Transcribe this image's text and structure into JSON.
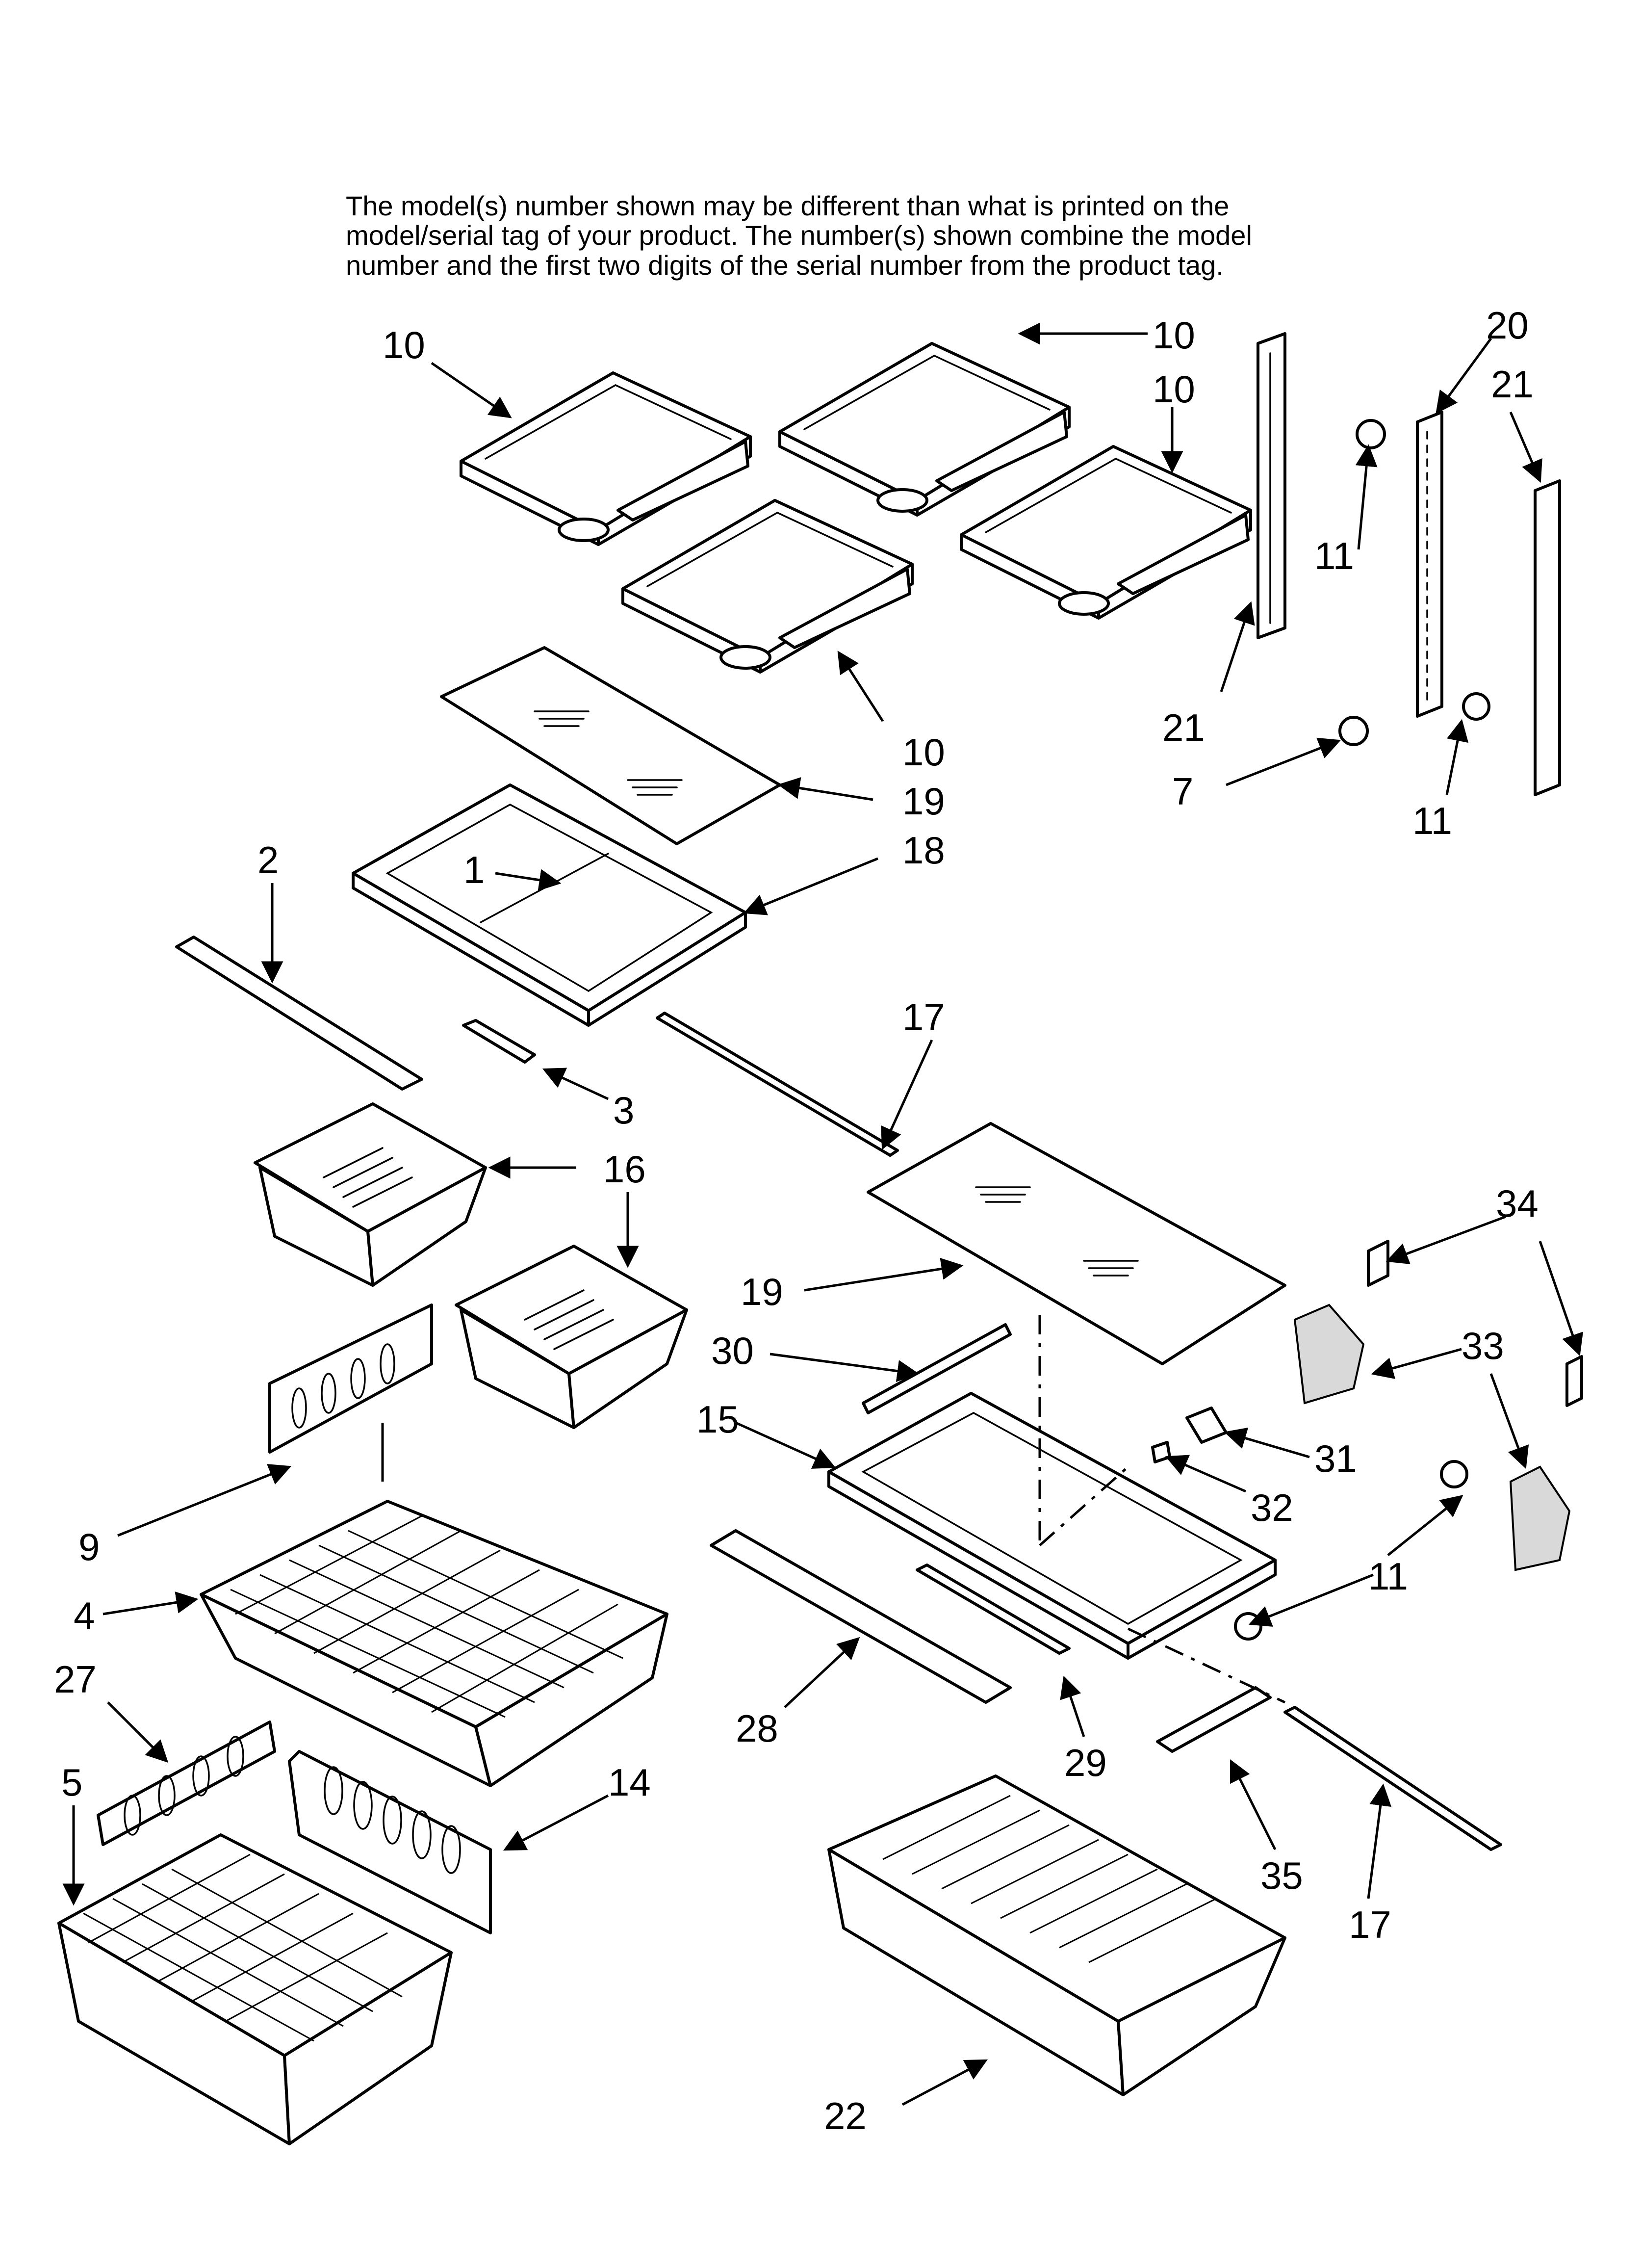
{
  "note": {
    "line1": "The model(s) number shown may be different than what is printed on the",
    "line2": "model/serial tag of your product. The number(s) shown combine the model",
    "line3": "number and the first two digits of the serial number from the product tag."
  },
  "callouts": [
    "10",
    "10",
    "10",
    "10",
    "20",
    "21",
    "11",
    "21",
    "7",
    "11",
    "19",
    "18",
    "1",
    "2",
    "17",
    "3",
    "16",
    "19",
    "34",
    "30",
    "33",
    "15",
    "31",
    "32",
    "9",
    "4",
    "11",
    "27",
    "28",
    "29",
    "35",
    "5",
    "14",
    "17",
    "22"
  ],
  "parts": [
    {
      "name": "shelf-1",
      "icon": "cantilever-shelf-icon"
    },
    {
      "name": "shelf-2",
      "icon": "cantilever-shelf-icon"
    },
    {
      "name": "shelf-3",
      "icon": "cantilever-shelf-icon"
    },
    {
      "name": "shelf-4",
      "icon": "cantilever-shelf-icon"
    },
    {
      "name": "glass-upper",
      "icon": "glass-panel-icon"
    },
    {
      "name": "glass-lower",
      "icon": "glass-panel-icon"
    },
    {
      "name": "crisper-cover-frame",
      "icon": "frame-icon"
    },
    {
      "name": "crisper-left",
      "icon": "drawer-bin-icon"
    },
    {
      "name": "crisper-right",
      "icon": "drawer-bin-icon"
    },
    {
      "name": "wire-basket-4",
      "icon": "wire-basket-icon"
    },
    {
      "name": "wire-basket-5",
      "icon": "wire-basket-icon"
    },
    {
      "name": "divider-9",
      "icon": "divider-icon"
    },
    {
      "name": "divider-27",
      "icon": "divider-icon"
    },
    {
      "name": "divider-14",
      "icon": "divider-icon"
    },
    {
      "name": "pantry-frame-15",
      "icon": "frame-icon"
    },
    {
      "name": "pantry-drawer-22",
      "icon": "drawer-bin-icon"
    },
    {
      "name": "rail-left",
      "icon": "shelf-rail-icon"
    },
    {
      "name": "rail-middle",
      "icon": "shelf-rail-icon"
    },
    {
      "name": "rail-right",
      "icon": "shelf-rail-icon"
    },
    {
      "name": "rod-17a",
      "icon": "rod-icon"
    },
    {
      "name": "rod-17b",
      "icon": "rod-icon"
    },
    {
      "name": "screws",
      "icon": "screw-icon"
    }
  ]
}
